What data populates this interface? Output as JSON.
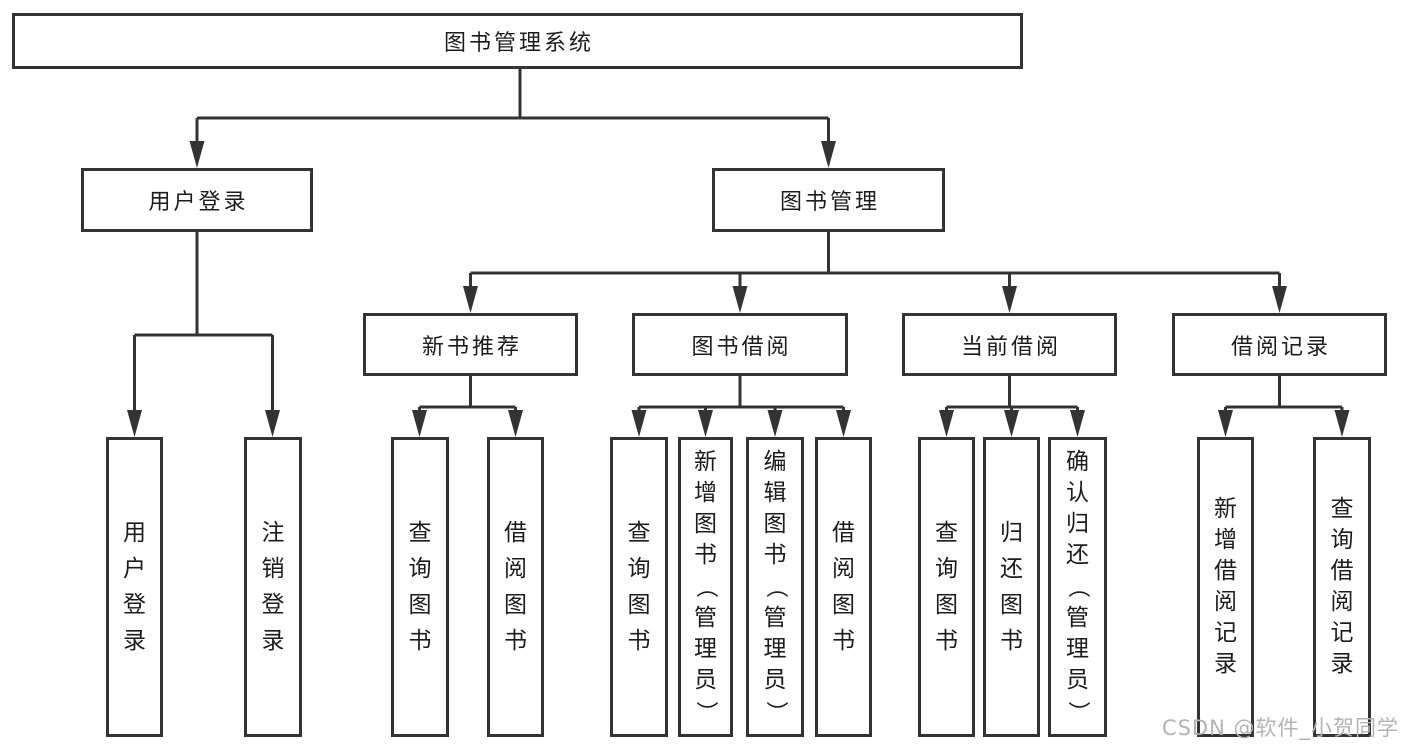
{
  "diagram": {
    "root": {
      "label": "图书管理系统"
    },
    "level2": [
      {
        "label": "用户登录"
      },
      {
        "label": "图书管理"
      }
    ],
    "level3": [
      {
        "label": "新书推荐"
      },
      {
        "label": "图书借阅"
      },
      {
        "label": "当前借阅"
      },
      {
        "label": "借阅记录"
      }
    ],
    "leaves": [
      {
        "label": "用户登录"
      },
      {
        "label": "注销登录"
      },
      {
        "label": "查询图书"
      },
      {
        "label": "借阅图书"
      },
      {
        "label": "查询图书"
      },
      {
        "label": "新增图书（管理员）"
      },
      {
        "label": "编辑图书（管理员）"
      },
      {
        "label": "借阅图书"
      },
      {
        "label": "查询图书"
      },
      {
        "label": "归还图书"
      },
      {
        "label": "确认归还（管理员）"
      },
      {
        "label": "新增借阅记录"
      },
      {
        "label": "查询借阅记录"
      }
    ],
    "colors": {
      "line": "#333333",
      "box_border": "#333333",
      "text": "#1c1c1c",
      "watermark": "#b3b3b6",
      "background": "#ffffff"
    }
  },
  "watermark": {
    "text": "CSDN @软件_小贺同学"
  }
}
